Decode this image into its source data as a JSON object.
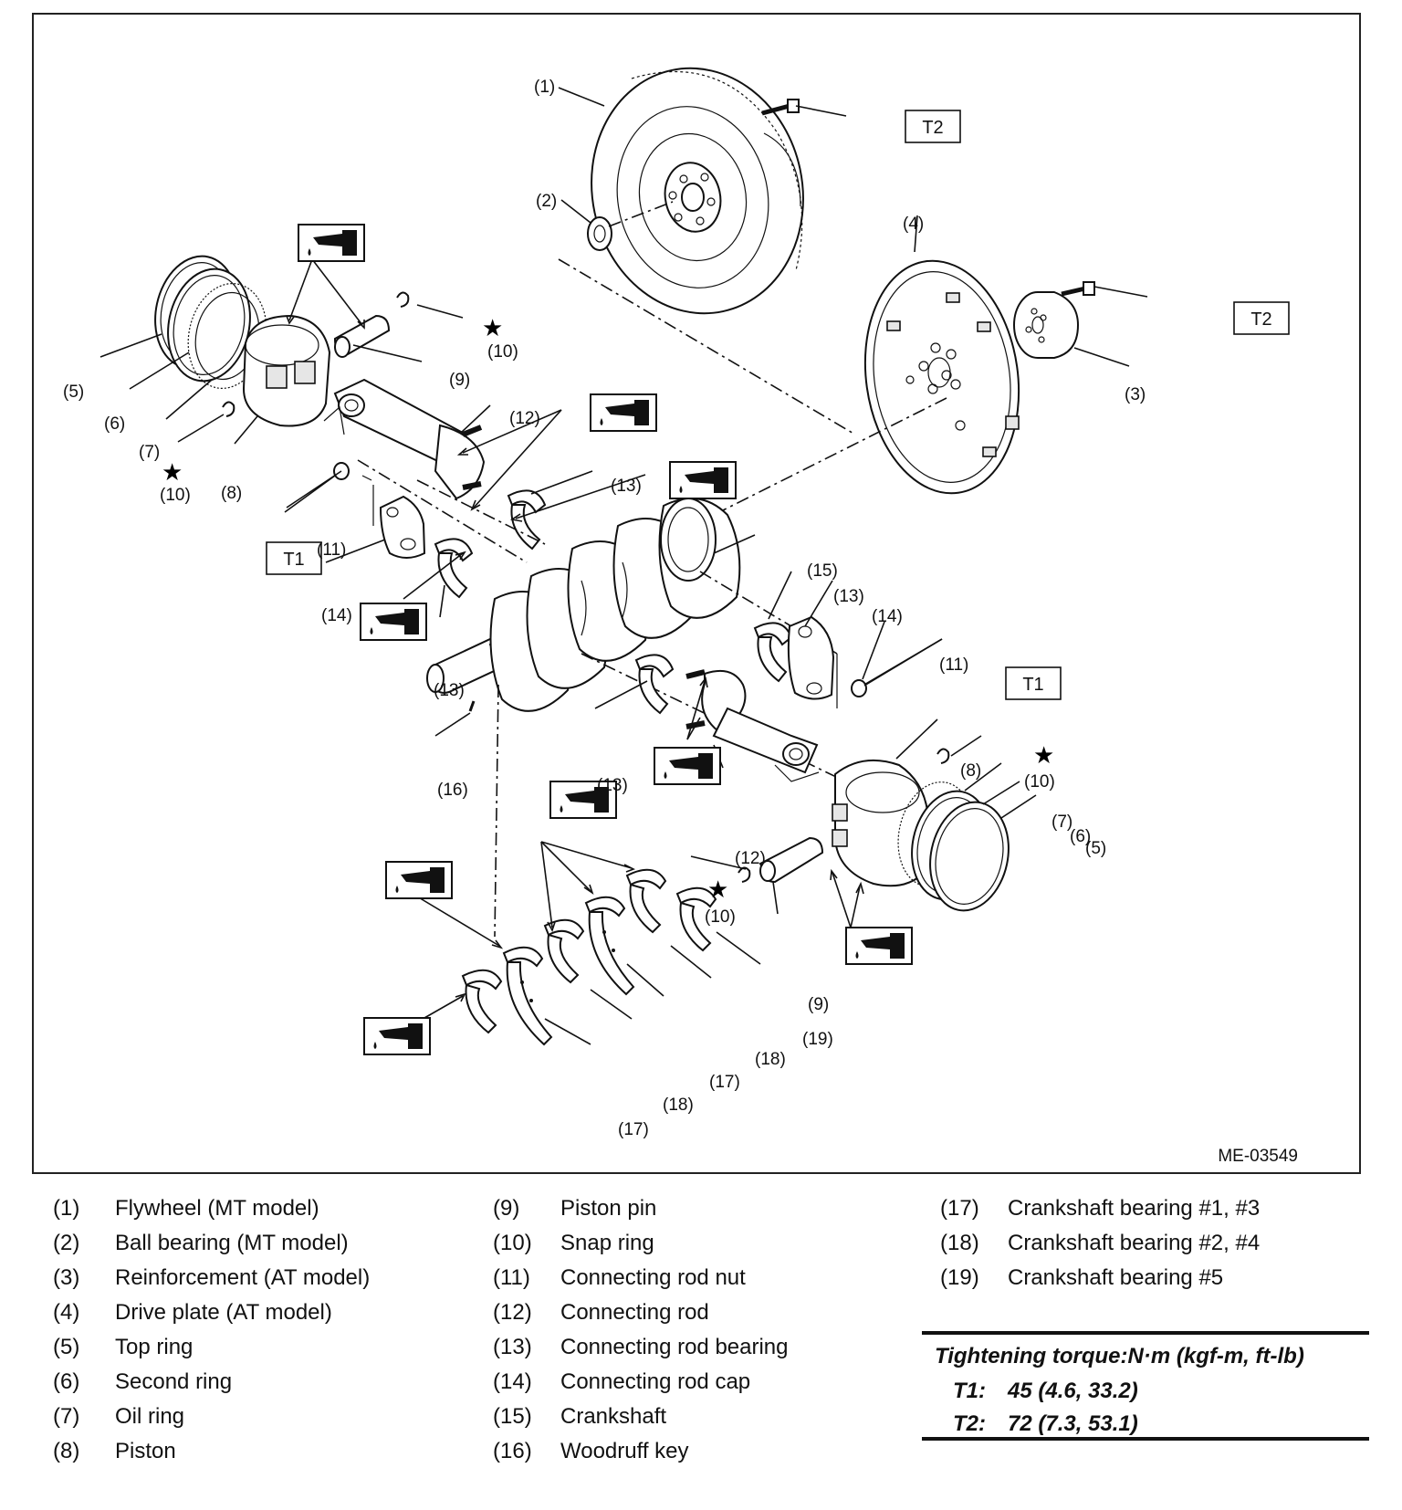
{
  "figure_id": "ME-03549",
  "callouts": {
    "c1": "(1)",
    "c2": "(2)",
    "c3": "(3)",
    "c4": "(4)",
    "c5": "(5)",
    "c6": "(6)",
    "c7": "(7)",
    "c8": "(8)",
    "c9": "(9)",
    "c10": "(10)",
    "c11": "(11)",
    "c12": "(12)",
    "c13": "(13)",
    "c14": "(14)",
    "c15": "(15)",
    "c16": "(16)",
    "c17": "(17)",
    "c18": "(18)",
    "c19": "(19)"
  },
  "torque_marks": {
    "t1": "T1",
    "t2": "T2"
  },
  "icons": {
    "oil": "oil-can-icon",
    "star": "star-icon"
  },
  "legend": [
    {
      "num": "(1)",
      "name": "Flywheel (MT model)"
    },
    {
      "num": "(2)",
      "name": "Ball bearing (MT model)"
    },
    {
      "num": "(3)",
      "name": "Reinforcement (AT model)"
    },
    {
      "num": "(4)",
      "name": "Drive plate (AT model)"
    },
    {
      "num": "(5)",
      "name": "Top ring"
    },
    {
      "num": "(6)",
      "name": "Second ring"
    },
    {
      "num": "(7)",
      "name": "Oil ring"
    },
    {
      "num": "(8)",
      "name": "Piston"
    },
    {
      "num": "(9)",
      "name": "Piston pin"
    },
    {
      "num": "(10)",
      "name": "Snap ring"
    },
    {
      "num": "(11)",
      "name": "Connecting rod nut"
    },
    {
      "num": "(12)",
      "name": "Connecting rod"
    },
    {
      "num": "(13)",
      "name": "Connecting rod bearing"
    },
    {
      "num": "(14)",
      "name": "Connecting rod cap"
    },
    {
      "num": "(15)",
      "name": "Crankshaft"
    },
    {
      "num": "(16)",
      "name": "Woodruff key"
    },
    {
      "num": "(17)",
      "name": "Crankshaft bearing #1, #3"
    },
    {
      "num": "(18)",
      "name": "Crankshaft bearing #2, #4"
    },
    {
      "num": "(19)",
      "name": "Crankshaft bearing #5"
    }
  ],
  "torque": {
    "title": "Tightening torque:N·m (kgf-m, ft-lb)",
    "rows": [
      {
        "key": "T1:",
        "value": "45 (4.6, 33.2)"
      },
      {
        "key": "T2:",
        "value": "72 (7.3, 53.1)"
      }
    ]
  }
}
